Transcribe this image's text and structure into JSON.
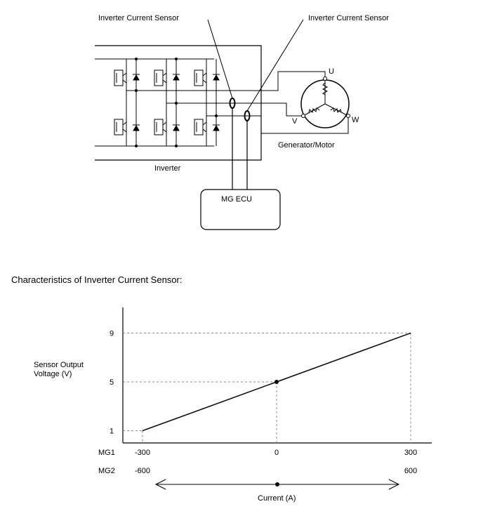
{
  "circuit": {
    "sensor_label_left": "Inverter Current Sensor",
    "sensor_label_right": "Inverter Current Sensor",
    "inverter_label": "Inverter",
    "ecu_label": "MG ECU",
    "motor_label": "Generator/Motor",
    "phase_u": "U",
    "phase_v": "V",
    "phase_w": "W"
  },
  "characteristics": {
    "heading": "Characteristics of Inverter Current Sensor:",
    "ylabel_line1": "Sensor Output",
    "ylabel_line2": "Voltage (V)",
    "xlabel": "Current (A)",
    "row_mg1": "MG1",
    "row_mg2": "MG2"
  },
  "chart_data": {
    "type": "line",
    "title": "Characteristics of Inverter Current Sensor:",
    "xlabel": "Current (A)",
    "ylabel": "Sensor Output Voltage (V)",
    "y_ticks": [
      "1",
      "5",
      "9"
    ],
    "series": [
      {
        "name": "MG1",
        "x": [
          -300,
          0,
          300
        ],
        "y": [
          1,
          5,
          9
        ],
        "x_tick_labels": [
          "-300",
          "0",
          "300"
        ]
      },
      {
        "name": "MG2",
        "x": [
          -600,
          0,
          600
        ],
        "y": [
          1,
          5,
          9
        ],
        "x_tick_labels": [
          "-600",
          "",
          "600"
        ]
      }
    ],
    "marked_point": {
      "x": 0,
      "y": 5
    }
  }
}
